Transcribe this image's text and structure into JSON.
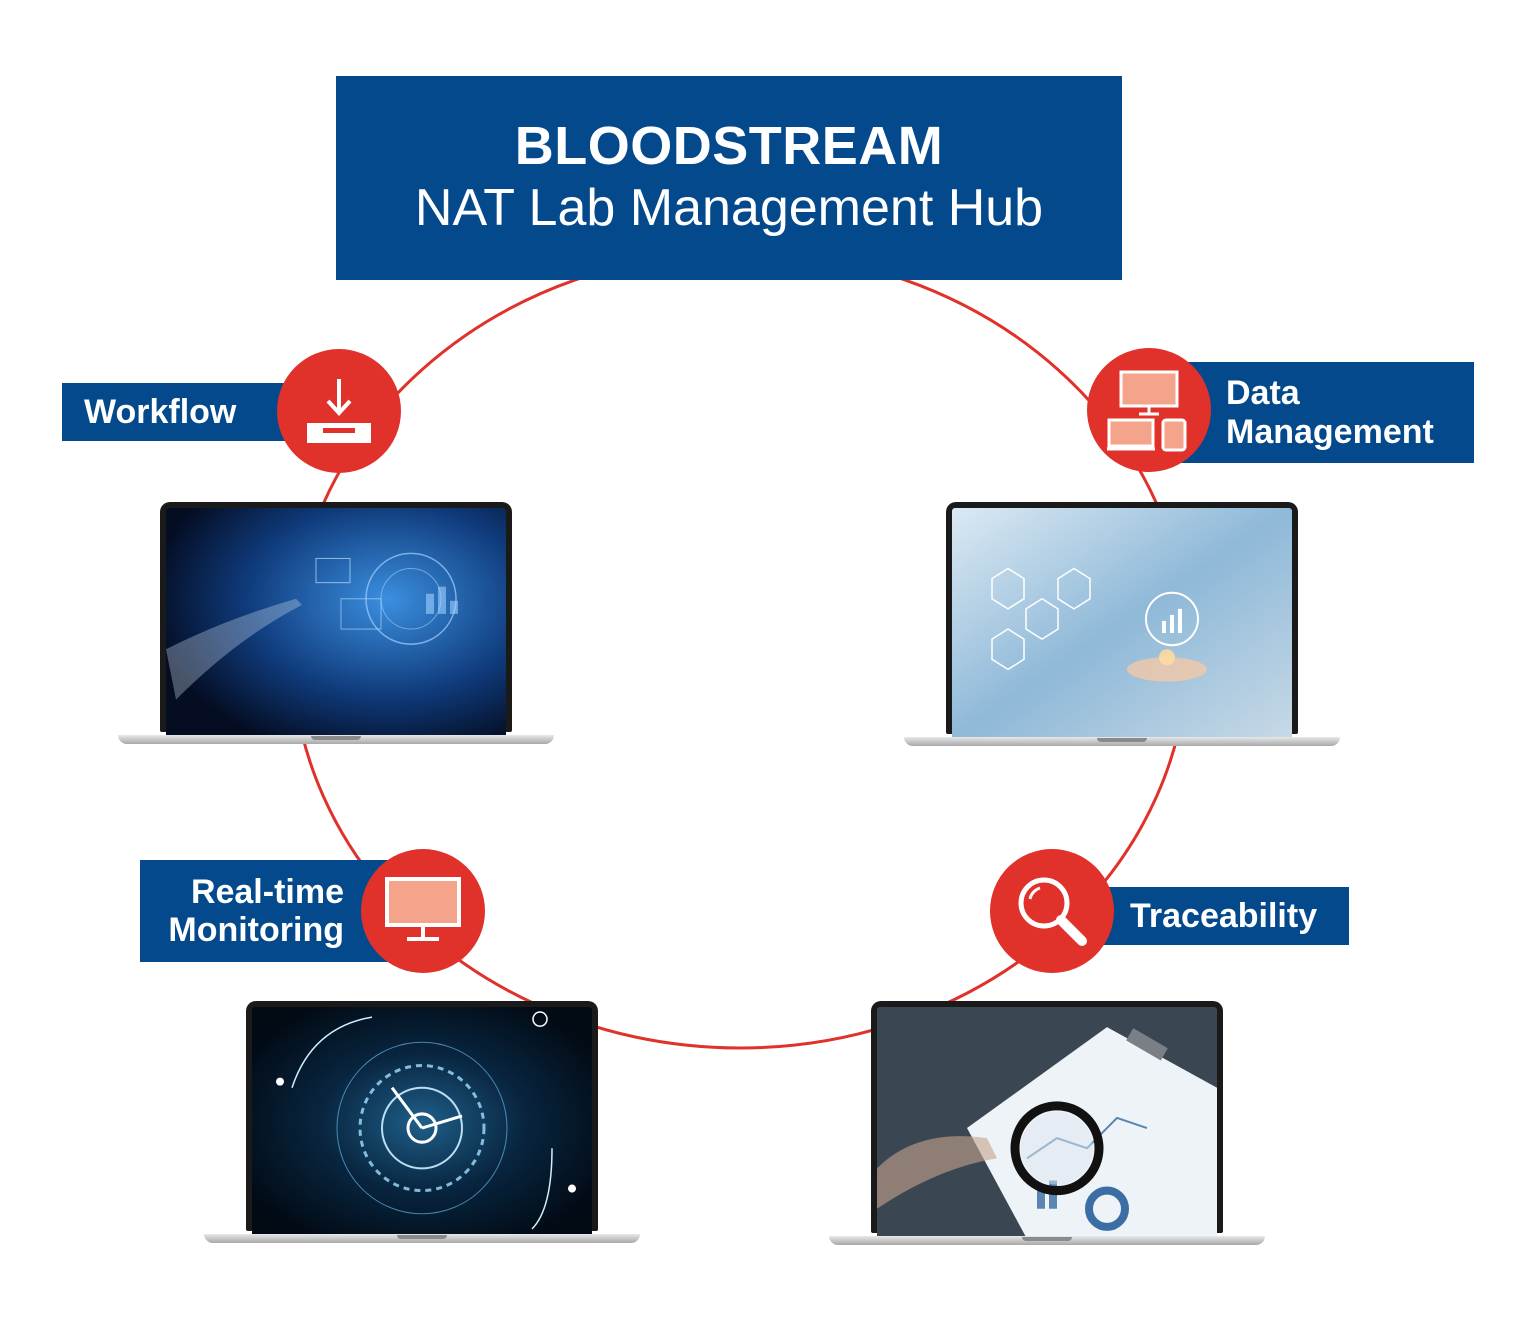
{
  "title": {
    "main": "BLOODSTREAM",
    "sub": "NAT Lab Management Hub"
  },
  "nodes": [
    {
      "id": "workflow",
      "lines": [
        "Workflow"
      ],
      "icon": "inbox-download-icon"
    },
    {
      "id": "data-management",
      "lines": [
        "Data",
        "Management"
      ],
      "icon": "devices-icon"
    },
    {
      "id": "real-time-monitoring",
      "lines": [
        "Real-time",
        "Monitoring"
      ],
      "icon": "monitor-icon"
    },
    {
      "id": "traceability",
      "lines": [
        "Traceability"
      ],
      "icon": "magnifier-icon"
    }
  ],
  "colors": {
    "brand_blue": "#03498c",
    "accent_red": "#e0312b",
    "icon_fill": "#f4a48a"
  }
}
